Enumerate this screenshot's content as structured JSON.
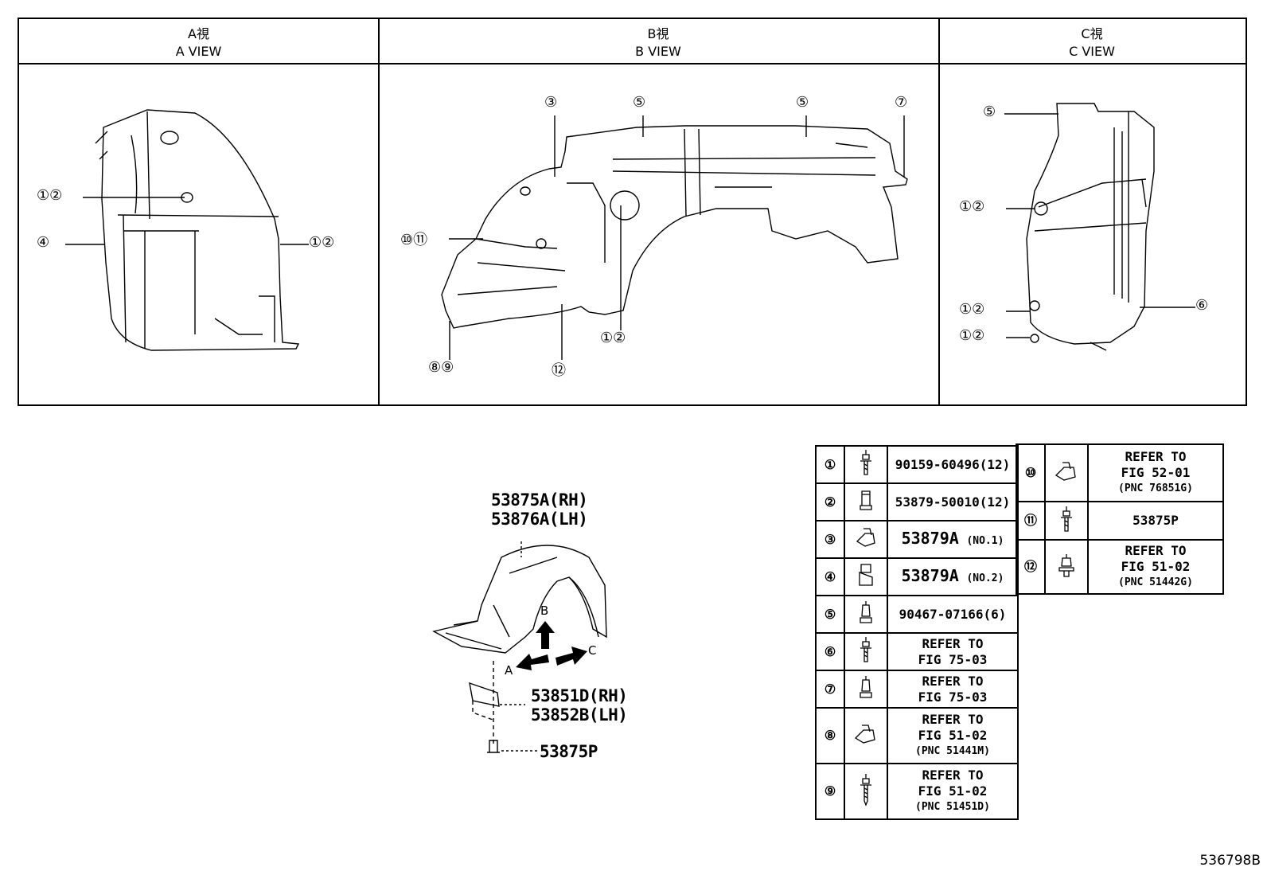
{
  "views": [
    {
      "jp": "A視",
      "en": "A VIEW"
    },
    {
      "jp": "B視",
      "en": "B VIEW"
    },
    {
      "jp": "C視",
      "en": "C VIEW"
    }
  ],
  "callouts": {
    "a12_top": "①②",
    "a4": "④",
    "a12_right": "①②",
    "b3": "③",
    "b5a": "⑤",
    "b5b": "⑤",
    "b7": "⑦",
    "b1011": "⑩⑪",
    "b89": "⑧⑨",
    "b12": "⑫",
    "b12b": "①②",
    "c5": "⑤",
    "c12a": "①②",
    "c12b": "①②",
    "c12c": "①②",
    "c6": "⑥"
  },
  "assembly": {
    "liner_rh": "53875A(RH)",
    "liner_lh": "53876A(LH)",
    "seal_rh": "53851D(RH)",
    "seal_lh": "53852B(LH)",
    "screw": "53875P",
    "arrow_a": "A",
    "arrow_b": "B",
    "arrow_c": "C"
  },
  "legend_left": [
    {
      "n": "①",
      "icon": "bolt-icon",
      "text": "90159-60496(12)"
    },
    {
      "n": "②",
      "icon": "nut-icon",
      "text": "53879-50010(12)"
    },
    {
      "n": "③",
      "icon": "clip-icon",
      "text": "53879A",
      "sub": "(NO.1)"
    },
    {
      "n": "④",
      "icon": "clip2-icon",
      "text": "53879A",
      "sub": "(NO.2)"
    },
    {
      "n": "⑤",
      "icon": "rivet-icon",
      "text": "90467-07166(6)"
    },
    {
      "n": "⑥",
      "icon": "bolt-icon",
      "line1": "REFER TO",
      "line2": "FIG 75-03"
    },
    {
      "n": "⑦",
      "icon": "rivet-icon",
      "line1": "REFER TO",
      "line2": "FIG 75-03"
    },
    {
      "n": "⑧",
      "icon": "clip-icon",
      "line1": "REFER TO",
      "line2": "FIG 51-02",
      "line3": "(PNC 51441M)"
    },
    {
      "n": "⑨",
      "icon": "screw-icon",
      "line1": "REFER TO",
      "line2": "FIG 51-02",
      "line3": "(PNC 51451D)"
    }
  ],
  "legend_right": [
    {
      "n": "⑩",
      "icon": "clip-icon",
      "line1": "REFER TO",
      "line2": "FIG 52-01",
      "line3": "(PNC 76851G)"
    },
    {
      "n": "⑪",
      "icon": "bolt-icon",
      "text": "53875P"
    },
    {
      "n": "⑫",
      "icon": "rivet-icon",
      "line1": "REFER TO",
      "line2": "FIG 51-02",
      "line3": "(PNC 51442G)"
    }
  ],
  "doc_id": "536798B"
}
